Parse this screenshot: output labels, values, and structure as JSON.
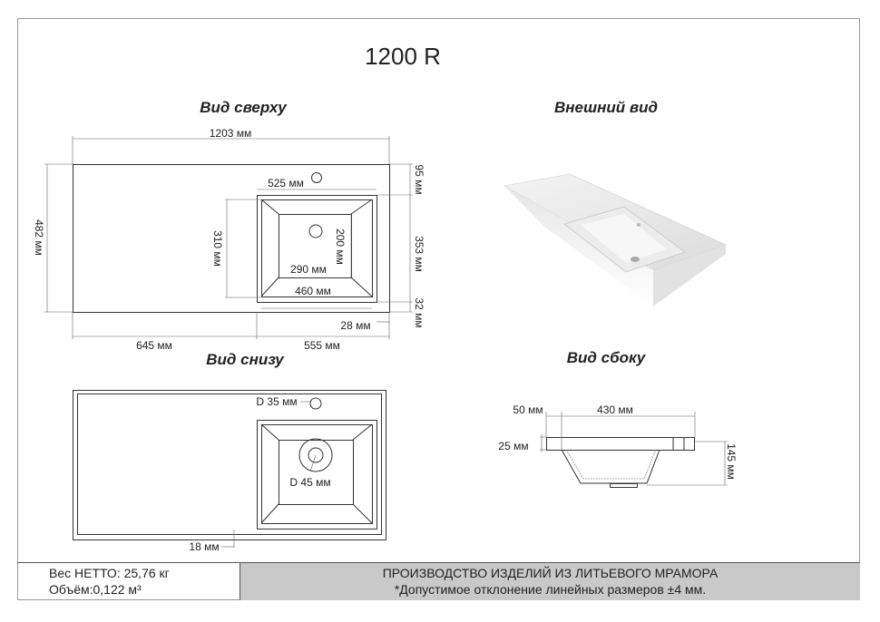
{
  "title": "1200 R",
  "views": {
    "top": "Вид сверху",
    "external": "Внешний вид",
    "bottom": "Вид снизу",
    "side": "Вид сбоку"
  },
  "top_dims": {
    "overall_width": "1203 мм",
    "overall_depth": "482 мм",
    "basin_outer_width": "525 мм",
    "basin_depth": "310 мм",
    "bowl_depth": "200 мм",
    "bowl_width": "290 мм",
    "basin_width": "460 мм",
    "front_offset_top": "95 мм",
    "right_depth": "353 мм",
    "bottom_offset": "32 мм",
    "right_offset": "28 мм",
    "left_section": "645 мм",
    "right_section": "555 мм"
  },
  "bottom_dims": {
    "tap_hole": "D 35 мм",
    "drain_hole": "D 45 мм",
    "rim": "18 мм"
  },
  "side_dims": {
    "edge": "50 мм",
    "bowl": "430 мм",
    "thickness": "25 мм",
    "height": "145 мм"
  },
  "footer": {
    "weight": "Вес НЕТТО: 25,76 кг",
    "volume": "Объём:0,122 м³",
    "company": "ПРОИЗВОДСТВО ИЗДЕЛИЙ ИЗ ЛИТЬЕВОГО МРАМОРА",
    "tolerance": "*Допустимое отклонение линейных размеров ±4 мм."
  }
}
